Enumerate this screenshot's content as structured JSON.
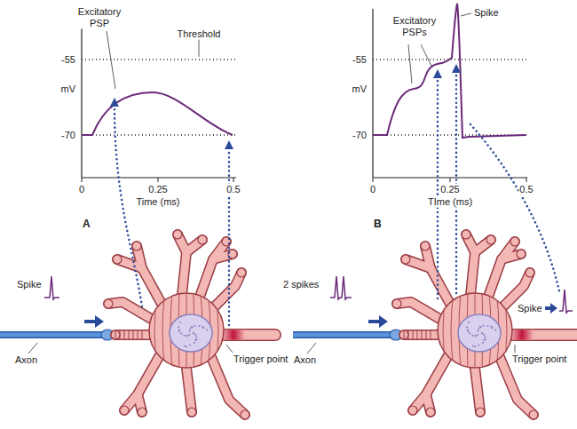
{
  "diagram": {
    "labels": [
      "Excitatory PSP",
      "Threshold",
      "-55",
      "mV",
      "-70",
      "0",
      "0.25",
      "0.5",
      "Time (ms)",
      "A",
      "Spike",
      "Excitatory PSPs",
      "-55",
      "mV",
      "-70",
      "0",
      "0.25",
      "0.5",
      "TIme (ms)",
      "B",
      "Spike",
      "Axon",
      "Trigger point",
      "2 spikes",
      "Axon",
      "Trigger point",
      "Spike"
    ]
  }
}
